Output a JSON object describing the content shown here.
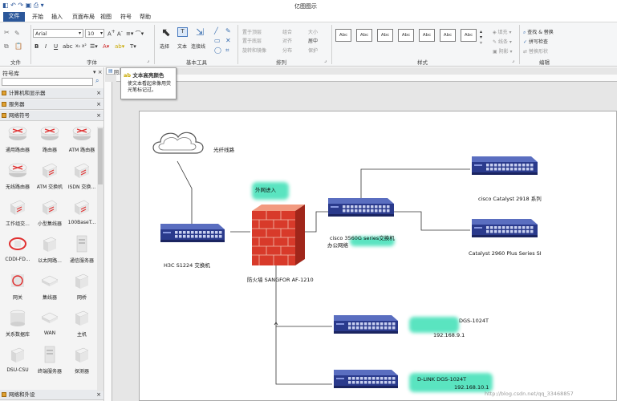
{
  "app": {
    "title": "亿图图示"
  },
  "menu": [
    "文件",
    "开始",
    "插入",
    "页面布局",
    "视图",
    "符号",
    "帮助"
  ],
  "ribbon": {
    "font_name": "Arial",
    "font_size": "10",
    "group_labels": {
      "file": "文件",
      "font": "字体",
      "tools": "基本工具",
      "arrange": "排列",
      "style": "样式",
      "edit": "编辑"
    },
    "tools": {
      "select": "选择",
      "text": "文本",
      "connector": "连接线"
    },
    "arrange": [
      "置于顶层",
      "组合",
      "大小",
      "置于底层",
      "对齐",
      "居中",
      "旋转和镜像",
      "分布",
      "保护"
    ],
    "style_box": "Abc",
    "style_side": [
      "填充",
      "线条",
      "阴影"
    ],
    "edit": [
      "查找 & 替换",
      "拼写检查",
      "替换形状"
    ]
  },
  "library": {
    "title": "符号库",
    "sections": {
      "computers": "计算机和显示器",
      "servers": "服务器",
      "network": "网络符号",
      "network_peripherals": "网络和外设"
    },
    "shapes": [
      "通用路由器",
      "路由器",
      "ATM 路由器",
      "无线路由器",
      "ATM 交换机",
      "ISDN 交换...",
      "工作组交...",
      "小型集线器",
      "100BaseT...",
      "CDDI-FD...",
      "以太网路...",
      "通信服务器",
      "网关",
      "集线器",
      "网桥",
      "关系数据库",
      "WAN",
      "主机",
      "DSU-CSU",
      "终端服务器",
      "探测器"
    ]
  },
  "tab": {
    "label": "网"
  },
  "tooltip": {
    "title": "文本高亮颜色",
    "body": "使文本看起来像用荧光笔标记过。"
  },
  "diagram": {
    "fiber": "光纤线路",
    "h3c": "H3C S1224 交换机",
    "ext_in": "外网进入",
    "firewall": "防火墙  SANGFOR AF-1210",
    "cisco3560": "cisco 3560G series交换机",
    "office": "办公网络",
    "cisco2918": "cisco Catalyst 2918 系列",
    "cisco2960": "Catalyst 2960 Plus Series SI",
    "dgs": "DGS-1024T",
    "ip1": "192.168.9.1",
    "dlink": "D-LINK DGS-1024T",
    "ip2": "192.168.10.1"
  },
  "watermark": "http://blog.csdn.net/qq_33468857",
  "colors": {
    "accent": "#2b579a",
    "switch": "#2a3a8c",
    "highlight": "#3ee0b6",
    "brick": "#d83a2a"
  }
}
